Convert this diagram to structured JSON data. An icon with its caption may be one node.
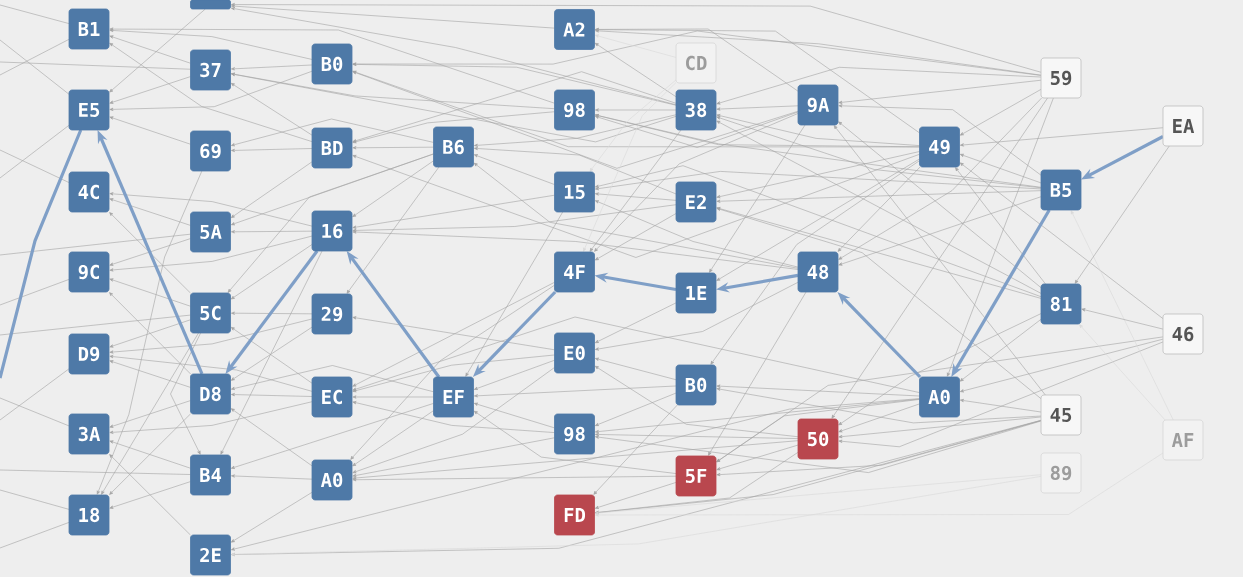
{
  "diagram": {
    "nodes": [
      {
        "text": [
          "B1"
        ]
      },
      {
        "text": [
          "E5"
        ]
      },
      {
        "text": [
          "4C"
        ]
      },
      {
        "text": [
          "9C"
        ]
      },
      {
        "text": [
          "D9"
        ]
      },
      {
        "text": [
          "3A"
        ]
      },
      {
        "text": [
          "18"
        ]
      },
      {
        "text": [],
        "shape": "box"
      },
      {
        "text": [
          "37"
        ]
      },
      {
        "text": [
          "69"
        ]
      },
      {
        "text": [
          "5A"
        ]
      },
      {
        "text": [
          "5C"
        ]
      },
      {
        "text": [
          "D8"
        ]
      },
      {
        "text": [
          "B4"
        ]
      },
      {
        "text": [
          "2E"
        ]
      },
      {
        "text": [
          "B0"
        ]
      },
      {
        "text": [
          "BD"
        ]
      },
      {
        "text": [
          "16"
        ]
      },
      {
        "text": [
          "29"
        ]
      },
      {
        "text": [
          "EC"
        ]
      },
      {
        "text": [
          "A0"
        ]
      },
      {
        "text": [
          "B6"
        ]
      },
      {
        "text": [
          "EF"
        ]
      },
      {
        "text": [
          "A2"
        ]
      },
      {
        "text": [
          "98"
        ]
      },
      {
        "text": [
          "15"
        ]
      },
      {
        "text": [
          "4F"
        ]
      },
      {
        "text": [
          "E0"
        ]
      },
      {
        "text": [
          "98"
        ]
      },
      {
        "text": [
          "FD"
        ]
      },
      {
        "text": [
          "CD"
        ]
      },
      {
        "text": [
          "38"
        ]
      },
      {
        "text": [
          "E2"
        ]
      },
      {
        "text": [
          "1E"
        ]
      },
      {
        "text": [
          "B0"
        ]
      },
      {
        "text": [
          "5F"
        ]
      },
      {
        "text": [
          "9A"
        ]
      },
      {
        "text": [
          "48"
        ]
      },
      {
        "text": [
          "50"
        ]
      },
      {
        "text": [
          "49"
        ]
      },
      {
        "text": [
          "A0"
        ]
      },
      {
        "text": [
          "59"
        ]
      },
      {
        "text": [
          "B5"
        ]
      },
      {
        "text": [
          "81"
        ]
      },
      {
        "text": [
          "45"
        ]
      },
      {
        "text": [
          "89"
        ]
      },
      {
        "text": [
          "EA"
        ]
      },
      {
        "text": [
          "46"
        ]
      },
      {
        "text": [
          "AF"
        ]
      }
    ],
    "edges": [
      {
        "from": 46,
        "to": 42,
        "arrow": "to",
        "style": "thick",
        "color": "#7f9fc7"
      },
      {
        "from": 42,
        "to": 40,
        "arrow": "to",
        "style": "thick",
        "color": "#7f9fc7"
      },
      {
        "from": 40,
        "to": 37,
        "arrow": "to",
        "style": "thick",
        "color": "#7f9fc7"
      },
      {
        "from": 37,
        "to": 33,
        "arrow": "to",
        "style": "thick",
        "color": "#7f9fc7"
      },
      {
        "from": 33,
        "to": 26,
        "arrow": "to",
        "style": "thick",
        "color": "#7f9fc7"
      },
      {
        "from": 26,
        "to": 22,
        "arrow": "to",
        "style": "thick",
        "color": "#7f9fc7"
      },
      {
        "from": 22,
        "to": 17,
        "arrow": "to",
        "style": "thick",
        "color": "#7f9fc7"
      },
      {
        "from": 17,
        "to": 12,
        "arrow": "to",
        "style": "thick",
        "color": "#7f9fc7"
      },
      {
        "from": 12,
        "to": 1,
        "arrow": "to",
        "style": "thick",
        "color": "#7f9fc7"
      },
      {
        "from": 1,
        "to": null,
        "arrow": "none",
        "style": "thick",
        "color": "#7f9fc7"
      },
      {
        "from": 15,
        "to": 0,
        "arrow": "to"
      },
      {
        "from": 8,
        "to": 0,
        "arrow": "to"
      },
      {
        "from": 16,
        "to": 0,
        "arrow": "to"
      },
      {
        "from": 24,
        "to": 0,
        "arrow": "to"
      },
      {
        "from": 8,
        "to": 1,
        "arrow": "to"
      },
      {
        "from": 9,
        "to": 1,
        "arrow": "to"
      },
      {
        "from": 7,
        "to": 1,
        "arrow": "to"
      },
      {
        "from": 15,
        "to": 1,
        "arrow": "to"
      },
      {
        "from": 10,
        "to": 2,
        "arrow": "to"
      },
      {
        "from": 17,
        "to": 2,
        "arrow": "to"
      },
      {
        "from": 11,
        "to": 2,
        "arrow": "to"
      },
      {
        "from": 10,
        "to": 3,
        "arrow": "to"
      },
      {
        "from": 11,
        "to": 3,
        "arrow": "to"
      },
      {
        "from": 12,
        "to": 3,
        "arrow": "to"
      },
      {
        "from": 17,
        "to": 3,
        "arrow": "to"
      },
      {
        "from": 11,
        "to": 4,
        "arrow": "to"
      },
      {
        "from": 18,
        "to": 4,
        "arrow": "to"
      },
      {
        "from": 12,
        "to": 4,
        "arrow": "to"
      },
      {
        "from": 19,
        "to": 4,
        "arrow": "to"
      },
      {
        "from": 13,
        "to": 5,
        "arrow": "to"
      },
      {
        "from": 12,
        "to": 5,
        "arrow": "to"
      },
      {
        "from": 19,
        "to": 5,
        "arrow": "to"
      },
      {
        "from": 14,
        "to": 5,
        "arrow": "to"
      },
      {
        "from": 13,
        "to": 6,
        "arrow": "to"
      },
      {
        "from": 12,
        "to": 6,
        "arrow": "to"
      },
      {
        "from": 11,
        "to": 6,
        "arrow": "to"
      },
      {
        "from": 9,
        "to": 6,
        "arrow": "to"
      },
      {
        "from": 41,
        "to": 7,
        "arrow": "to"
      },
      {
        "from": 23,
        "to": 7,
        "arrow": "to"
      },
      {
        "from": 31,
        "to": 7,
        "arrow": "to"
      },
      {
        "from": 15,
        "to": 8,
        "arrow": "to"
      },
      {
        "from": 16,
        "to": 8,
        "arrow": "to"
      },
      {
        "from": 24,
        "to": 8,
        "arrow": "to"
      },
      {
        "from": 31,
        "to": 8,
        "arrow": "to"
      },
      {
        "from": 16,
        "to": 9,
        "arrow": "to"
      },
      {
        "from": 21,
        "to": 9,
        "arrow": "to"
      },
      {
        "from": 17,
        "to": 10,
        "arrow": "to"
      },
      {
        "from": 16,
        "to": 10,
        "arrow": "to"
      },
      {
        "from": 21,
        "to": 10,
        "arrow": "to"
      },
      {
        "from": 18,
        "to": 11,
        "arrow": "to"
      },
      {
        "from": 19,
        "to": 11,
        "arrow": "to"
      },
      {
        "from": 17,
        "to": 11,
        "arrow": "to"
      },
      {
        "from": 21,
        "to": 11,
        "arrow": "to"
      },
      {
        "from": 19,
        "to": 12,
        "arrow": "to"
      },
      {
        "from": 18,
        "to": 12,
        "arrow": "to"
      },
      {
        "from": 20,
        "to": 12,
        "arrow": "to"
      },
      {
        "from": 22,
        "to": 12,
        "arrow": "to"
      },
      {
        "from": 22,
        "to": 13,
        "arrow": "to"
      },
      {
        "from": 20,
        "to": 13,
        "arrow": "to"
      },
      {
        "from": 17,
        "to": 13,
        "arrow": "to"
      },
      {
        "from": 11,
        "to": 13,
        "arrow": "to"
      },
      {
        "from": 20,
        "to": 14,
        "arrow": "to"
      },
      {
        "from": 40,
        "to": 14,
        "arrow": "to"
      },
      {
        "from": 44,
        "to": 14,
        "arrow": "to"
      },
      {
        "from": 45,
        "to": 14,
        "arrow": "to",
        "color": "#d9d9d9"
      },
      {
        "from": 41,
        "to": 15,
        "arrow": "to"
      },
      {
        "from": 31,
        "to": 15,
        "arrow": "to"
      },
      {
        "from": 36,
        "to": 15,
        "arrow": "to"
      },
      {
        "from": 39,
        "to": 15,
        "arrow": "to"
      },
      {
        "from": 21,
        "to": 16,
        "arrow": "to"
      },
      {
        "from": 24,
        "to": 16,
        "arrow": "to"
      },
      {
        "from": 31,
        "to": 16,
        "arrow": "to"
      },
      {
        "from": 39,
        "to": 16,
        "arrow": "to"
      },
      {
        "from": 25,
        "to": 17,
        "arrow": "to"
      },
      {
        "from": 21,
        "to": 17,
        "arrow": "to"
      },
      {
        "from": 32,
        "to": 17,
        "arrow": "to"
      },
      {
        "from": 37,
        "to": 17,
        "arrow": "to"
      },
      {
        "from": 21,
        "to": 18,
        "arrow": "to"
      },
      {
        "from": 27,
        "to": 18,
        "arrow": "to"
      },
      {
        "from": 22,
        "to": 19,
        "arrow": "to"
      },
      {
        "from": 27,
        "to": 19,
        "arrow": "to"
      },
      {
        "from": 28,
        "to": 19,
        "arrow": "to"
      },
      {
        "from": 40,
        "to": 19,
        "arrow": "to"
      },
      {
        "from": 26,
        "to": 19,
        "arrow": "to"
      },
      {
        "from": 22,
        "to": 20,
        "arrow": "to"
      },
      {
        "from": 27,
        "to": 20,
        "arrow": "to"
      },
      {
        "from": 28,
        "to": 20,
        "arrow": "to"
      },
      {
        "from": 35,
        "to": 20,
        "arrow": "to"
      },
      {
        "from": 38,
        "to": 20,
        "arrow": "to"
      },
      {
        "from": 26,
        "to": 20,
        "arrow": "to"
      },
      {
        "from": 25,
        "to": 21,
        "arrow": "to"
      },
      {
        "from": 31,
        "to": 21,
        "arrow": "to"
      },
      {
        "from": 37,
        "to": 21,
        "arrow": "to"
      },
      {
        "from": 32,
        "to": 21,
        "arrow": "to"
      },
      {
        "from": 27,
        "to": 22,
        "arrow": "to"
      },
      {
        "from": 28,
        "to": 22,
        "arrow": "to"
      },
      {
        "from": 34,
        "to": 22,
        "arrow": "to"
      },
      {
        "from": 35,
        "to": 22,
        "arrow": "to"
      },
      {
        "from": 25,
        "to": 22,
        "arrow": "to"
      },
      {
        "from": 41,
        "to": 23,
        "arrow": "to"
      },
      {
        "from": 31,
        "to": 23,
        "arrow": "to"
      },
      {
        "from": 36,
        "to": 23,
        "arrow": "to"
      },
      {
        "from": 39,
        "to": 23,
        "arrow": "to"
      },
      {
        "from": 30,
        "to": 23,
        "arrow": "to",
        "color": "#d9d9d9"
      },
      {
        "from": 31,
        "to": 24,
        "arrow": "to"
      },
      {
        "from": 36,
        "to": 24,
        "arrow": "to"
      },
      {
        "from": 39,
        "to": 24,
        "arrow": "to"
      },
      {
        "from": 42,
        "to": 24,
        "arrow": "to"
      },
      {
        "from": 32,
        "to": 25,
        "arrow": "to"
      },
      {
        "from": 37,
        "to": 25,
        "arrow": "to"
      },
      {
        "from": 43,
        "to": 25,
        "arrow": "to"
      },
      {
        "from": 42,
        "to": 25,
        "arrow": "to"
      },
      {
        "from": 30,
        "to": 25,
        "arrow": "to",
        "color": "#d9d9d9"
      },
      {
        "from": 32,
        "to": 26,
        "arrow": "to"
      },
      {
        "from": 31,
        "to": 26,
        "arrow": "to"
      },
      {
        "from": 36,
        "to": 26,
        "arrow": "to"
      },
      {
        "from": 30,
        "to": 26,
        "arrow": "to",
        "color": "#d9d9d9"
      },
      {
        "from": 34,
        "to": 27,
        "arrow": "to"
      },
      {
        "from": 33,
        "to": 27,
        "arrow": "to"
      },
      {
        "from": 37,
        "to": 27,
        "arrow": "to"
      },
      {
        "from": 38,
        "to": 27,
        "arrow": "to"
      },
      {
        "from": 34,
        "to": 28,
        "arrow": "to"
      },
      {
        "from": 40,
        "to": 28,
        "arrow": "to"
      },
      {
        "from": 44,
        "to": 28,
        "arrow": "to"
      },
      {
        "from": 38,
        "to": 28,
        "arrow": "to"
      },
      {
        "from": 35,
        "to": 29,
        "arrow": "to"
      },
      {
        "from": 38,
        "to": 29,
        "arrow": "to"
      },
      {
        "from": 44,
        "to": 29,
        "arrow": "to"
      },
      {
        "from": 45,
        "to": 29,
        "arrow": "to",
        "color": "#d9d9d9"
      },
      {
        "from": 48,
        "to": 29,
        "arrow": "to",
        "color": "#d9d9d9"
      },
      {
        "from": 34,
        "to": 29,
        "arrow": "to"
      },
      {
        "from": 36,
        "to": 31,
        "arrow": "to"
      },
      {
        "from": 41,
        "to": 31,
        "arrow": "to"
      },
      {
        "from": 39,
        "to": 31,
        "arrow": "to"
      },
      {
        "from": 42,
        "to": 31,
        "arrow": "to"
      },
      {
        "from": 43,
        "to": 31,
        "arrow": "to"
      },
      {
        "from": 39,
        "to": 32,
        "arrow": "to"
      },
      {
        "from": 42,
        "to": 32,
        "arrow": "to"
      },
      {
        "from": 43,
        "to": 32,
        "arrow": "to"
      },
      {
        "from": 44,
        "to": 32,
        "arrow": "to"
      },
      {
        "from": 36,
        "to": 33,
        "arrow": "to"
      },
      {
        "from": 39,
        "to": 33,
        "arrow": "to"
      },
      {
        "from": 40,
        "to": 34,
        "arrow": "to"
      },
      {
        "from": 44,
        "to": 34,
        "arrow": "to"
      },
      {
        "from": 39,
        "to": 34,
        "arrow": "to"
      },
      {
        "from": 38,
        "to": 35,
        "arrow": "to"
      },
      {
        "from": 40,
        "to": 35,
        "arrow": "to"
      },
      {
        "from": 44,
        "to": 35,
        "arrow": "to"
      },
      {
        "from": 47,
        "to": 35,
        "arrow": "to"
      },
      {
        "from": 37,
        "to": 35,
        "arrow": "to"
      },
      {
        "from": 41,
        "to": 36,
        "arrow": "to"
      },
      {
        "from": 42,
        "to": 36,
        "arrow": "to"
      },
      {
        "from": 43,
        "to": 36,
        "arrow": "to"
      },
      {
        "from": 44,
        "to": 36,
        "arrow": "to"
      },
      {
        "from": 41,
        "to": 37,
        "arrow": "to"
      },
      {
        "from": 39,
        "to": 37,
        "arrow": "to"
      },
      {
        "from": 42,
        "to": 37,
        "arrow": "to"
      },
      {
        "from": 40,
        "to": 38,
        "arrow": "to"
      },
      {
        "from": 44,
        "to": 38,
        "arrow": "to"
      },
      {
        "from": 47,
        "to": 38,
        "arrow": "to"
      },
      {
        "from": 41,
        "to": 38,
        "arrow": "to"
      },
      {
        "from": 43,
        "to": 38,
        "arrow": "to"
      },
      {
        "from": 46,
        "to": 39,
        "arrow": "to"
      },
      {
        "from": 41,
        "to": 39,
        "arrow": "to"
      },
      {
        "from": 42,
        "to": 39,
        "arrow": "to"
      },
      {
        "from": 43,
        "to": 39,
        "arrow": "to"
      },
      {
        "from": 47,
        "to": 39,
        "arrow": "to"
      },
      {
        "from": 47,
        "to": 40,
        "arrow": "to"
      },
      {
        "from": 44,
        "to": 40,
        "arrow": "to"
      },
      {
        "from": 43,
        "to": 40,
        "arrow": "to"
      },
      {
        "from": 41,
        "to": 40,
        "arrow": "to"
      },
      {
        "from": 48,
        "to": 42,
        "arrow": "to",
        "color": "#d9d9d9"
      },
      {
        "from": 47,
        "to": 43,
        "arrow": "to"
      },
      {
        "from": 46,
        "to": 43,
        "arrow": "to"
      },
      {
        "from": 48,
        "to": 43,
        "arrow": "to",
        "color": "#d9d9d9"
      },
      {
        "from": 0,
        "to": null,
        "arrow": "none"
      },
      {
        "from": 0,
        "to": null,
        "arrow": "none"
      },
      {
        "from": 1,
        "to": null,
        "arrow": "none"
      },
      {
        "from": 1,
        "to": null,
        "arrow": "none"
      },
      {
        "from": 2,
        "to": null,
        "arrow": "none"
      },
      {
        "from": 3,
        "to": null,
        "arrow": "none"
      },
      {
        "from": 4,
        "to": null,
        "arrow": "none"
      },
      {
        "from": 5,
        "to": null,
        "arrow": "none"
      },
      {
        "from": 6,
        "to": null,
        "arrow": "none"
      },
      {
        "from": 6,
        "to": null,
        "arrow": "none"
      },
      {
        "from": 8,
        "to": null,
        "arrow": "none"
      },
      {
        "from": 10,
        "to": null,
        "arrow": "none"
      },
      {
        "from": 11,
        "to": null,
        "arrow": "none"
      },
      {
        "from": 13,
        "to": null,
        "arrow": "none"
      }
    ]
  }
}
